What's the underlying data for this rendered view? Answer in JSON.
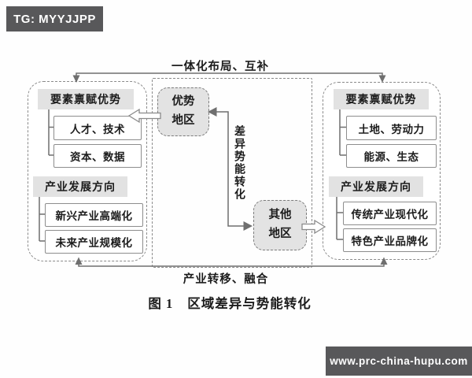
{
  "watermarks": {
    "top_left": "TG: MYYJJPP",
    "bottom_right": "www.prc-china-hupu.com"
  },
  "figure": {
    "caption_label": "图 1",
    "caption_title": "区域差异与势能转化",
    "top_flow_label": "一体化布局、互补",
    "bottom_flow_label": "产业转移、融合",
    "center_flow_label": "差异势能转化",
    "advantaged_region_node": "优势地区",
    "other_region_node": "其他地区",
    "left_panel": {
      "sections": [
        {
          "title": "要素禀赋优势",
          "items": [
            "人才、技术",
            "资本、数据"
          ]
        },
        {
          "title": "产业发展方向",
          "items": [
            "新兴产业高端化",
            "未来产业规模化"
          ]
        }
      ]
    },
    "right_panel": {
      "sections": [
        {
          "title": "要素禀赋优势",
          "items": [
            "土地、劳动力",
            "能源、生态"
          ]
        },
        {
          "title": "产业发展方向",
          "items": [
            "传统产业现代化",
            "特色产业品牌化"
          ]
        }
      ]
    }
  },
  "colors": {
    "watermark_bg": "#58585a",
    "node_fill": "#e3e3e3",
    "header_fill": "#e2e2e2",
    "line": "#8a8a8a",
    "text": "#1c1c1c"
  }
}
